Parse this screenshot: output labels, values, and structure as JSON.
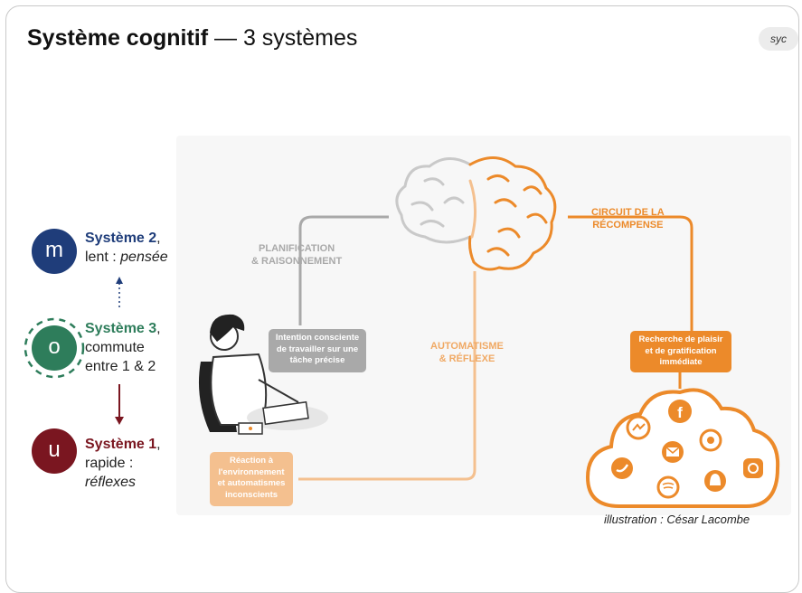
{
  "title": {
    "bold": "Système cognitif",
    "rest": " — 3 systèmes"
  },
  "badge": "syc",
  "systems": [
    {
      "letter": "m",
      "name": "Système 2",
      "desc_plain": "lent : ",
      "desc_italic": "pensée",
      "color": "#1f3d7a"
    },
    {
      "letter": "o",
      "name": "Système 3",
      "line2": "commute",
      "line3": "entre 1 & 2",
      "color": "#2e7d5b"
    },
    {
      "letter": "u",
      "name": "Système 1",
      "line2": "rapide :",
      "line3": "réflexes",
      "color": "#7a1620"
    }
  ],
  "diagram": {
    "planification": [
      "PLANIFICATION",
      "& RAISONNEMENT"
    ],
    "circuit": [
      "CIRCUIT DE LA",
      "RÉCOMPENSE"
    ],
    "automatisme": [
      "AUTOMATISME",
      "& RÉFLEXE"
    ],
    "intention": [
      "Intention consciente",
      "de travailler sur une",
      "tâche précise"
    ],
    "reaction": [
      "Réaction à",
      "l'environnement",
      "et automatismes",
      "inconscients"
    ],
    "recherche": [
      "Recherche de plaisir",
      "et de gratification",
      "immédiate"
    ],
    "social_icons": [
      "facebook-icon",
      "messenger-icon",
      "whatsapp-icon",
      "mail-icon",
      "twitter-icon",
      "instagram-icon",
      "spotify-icon",
      "snapchat-icon"
    ]
  },
  "credit": "illustration : César Lacombe",
  "colors": {
    "orange": "#ec8a2a",
    "grey": "#a9a9a9",
    "peach": "#f4c08f"
  }
}
